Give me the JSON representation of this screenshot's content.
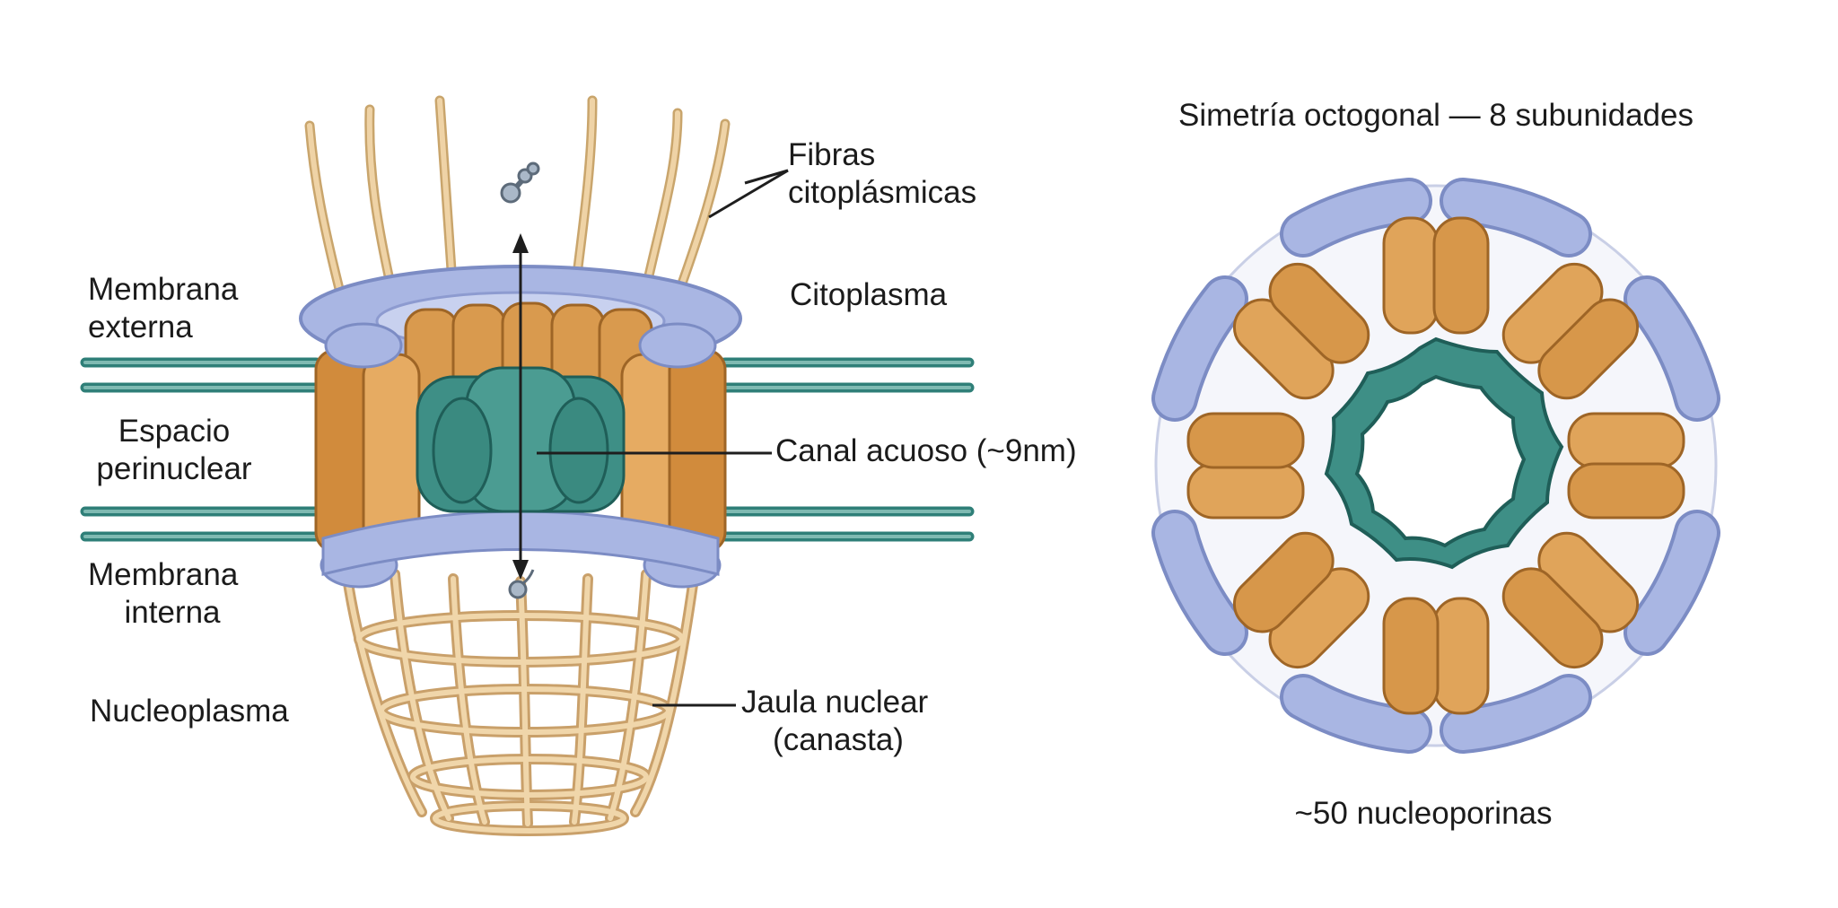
{
  "labels": {
    "fibers_l1": "Fibras",
    "fibers_l2": "citoplásmicas",
    "outer_l1": "Membrana",
    "outer_l2": "externa",
    "cytoplasm": "Citoplasma",
    "space_l1": "Espacio",
    "space_l2": "perinuclear",
    "channel": "Canal acuoso (~9nm)",
    "inner_l1": "Membrana",
    "inner_l2": "interna",
    "nucleoplasm": "Nucleoplasma",
    "basket_l1": "Jaula nuclear",
    "basket_l2": "(canasta)",
    "symmetry_title": "Simetría octogonal — 8 subunidades",
    "nucleoporins": "~50 nucleoporinas"
  },
  "colors": {
    "membrane_teal": "#2f7f78",
    "channel_teal": "#3e8f86",
    "ring_blue": "#a9b6e3",
    "subunit_orange": "#e0a45a",
    "subunit_orange_dark": "#c9822f",
    "fiber_tan": "#e7c795",
    "basket_tan": "#eccfa0",
    "line_dark": "#1e1e1e"
  },
  "symmetry": {
    "subunit_count": 8
  }
}
